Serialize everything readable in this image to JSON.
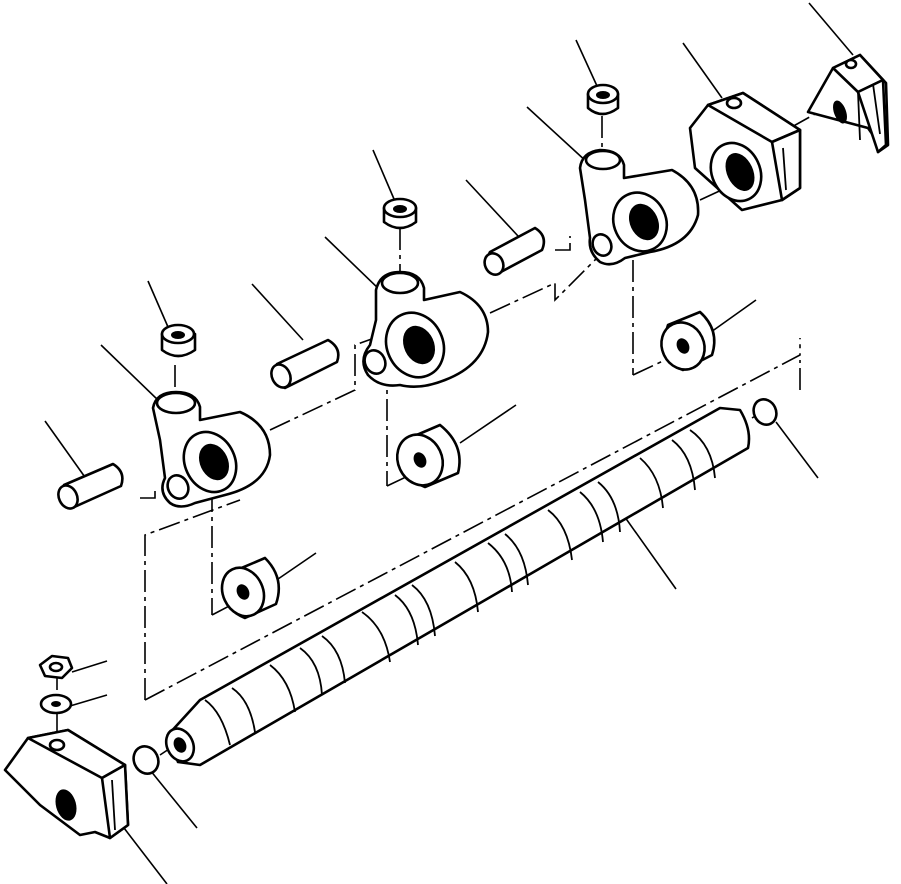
{
  "diagram": {
    "kind": "exploded-parts-view",
    "parts": [
      {
        "id": "camshaft",
        "icon": "camshaft-shape"
      },
      {
        "id": "rocker-arm-1",
        "icon": "rocker-arm-shape"
      },
      {
        "id": "rocker-arm-2",
        "icon": "rocker-arm-shape"
      },
      {
        "id": "rocker-arm-3",
        "icon": "rocker-arm-shape"
      },
      {
        "id": "adjuster-screw-1",
        "icon": "set-screw-shape"
      },
      {
        "id": "adjuster-screw-2",
        "icon": "set-screw-shape"
      },
      {
        "id": "adjuster-screw-3",
        "icon": "set-screw-shape"
      },
      {
        "id": "dowel-pin-1",
        "icon": "pin-shape"
      },
      {
        "id": "dowel-pin-2",
        "icon": "pin-shape"
      },
      {
        "id": "dowel-pin-3",
        "icon": "pin-shape"
      },
      {
        "id": "roller-1",
        "icon": "roller-shape"
      },
      {
        "id": "roller-2",
        "icon": "roller-shape"
      },
      {
        "id": "roller-3",
        "icon": "roller-shape"
      },
      {
        "id": "bearing-block-right",
        "icon": "bearing-block-shape"
      },
      {
        "id": "end-bracket-right",
        "icon": "bracket-shape"
      },
      {
        "id": "end-bracket-left",
        "icon": "bracket-shape"
      },
      {
        "id": "plug-right",
        "icon": "plug-shape"
      },
      {
        "id": "plug-left",
        "icon": "plug-shape"
      },
      {
        "id": "hex-nut",
        "icon": "nut-shape"
      },
      {
        "id": "washer",
        "icon": "washer-shape"
      }
    ],
    "colors": {
      "line": "#000000",
      "background": "#ffffff"
    }
  }
}
